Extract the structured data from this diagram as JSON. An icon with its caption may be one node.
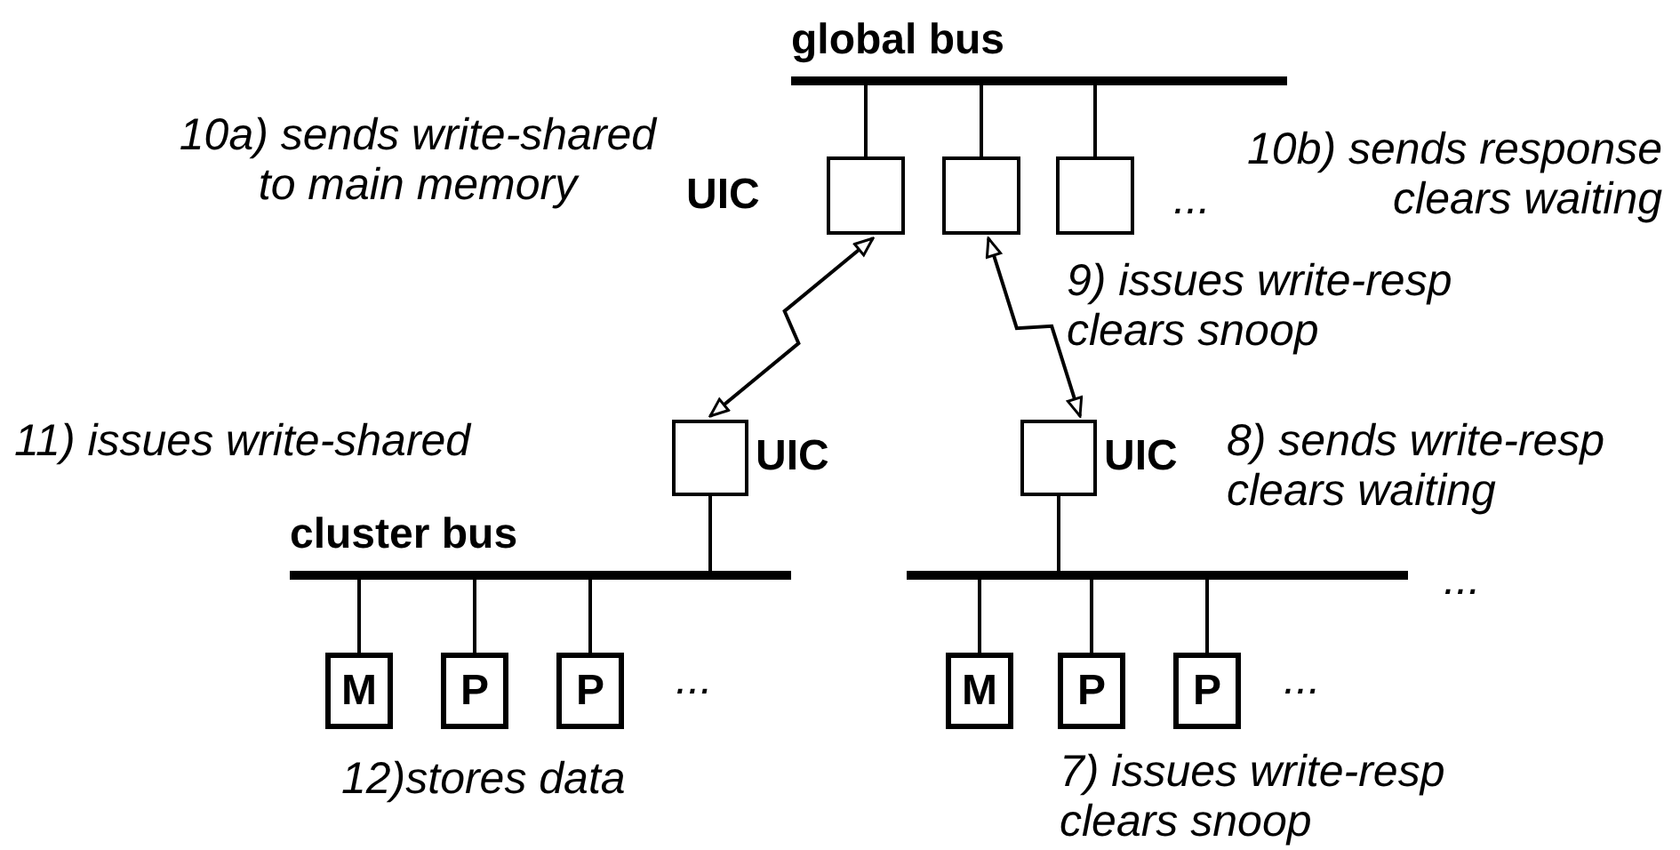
{
  "diagram": {
    "nodes": [
      {
        "text": [
          "global bus"
        ]
      },
      {
        "text": [],
        "shape": "box",
        "beside": [
          "UIC"
        ]
      },
      {
        "text": [],
        "shape": "box"
      },
      {
        "text": [],
        "shape": "box"
      },
      {
        "text": [],
        "shape": "box",
        "beside": [
          "UIC"
        ]
      },
      {
        "text": [],
        "shape": "box",
        "beside": [
          "UIC"
        ]
      },
      {
        "text": [
          "cluster bus"
        ]
      },
      {
        "text": [],
        "shape": "bar"
      },
      {
        "text": [
          "M"
        ]
      },
      {
        "text": [
          "P"
        ]
      },
      {
        "text": [
          "P"
        ]
      },
      {
        "text": [
          "M"
        ]
      },
      {
        "text": [
          "P"
        ]
      },
      {
        "text": [
          "P"
        ]
      }
    ],
    "edges": [
      {
        "from": 0,
        "to": 1,
        "arrow": "none"
      },
      {
        "from": 0,
        "to": 2,
        "arrow": "none"
      },
      {
        "from": 0,
        "to": 3,
        "arrow": "none"
      },
      {
        "from": 1,
        "to": 4,
        "arrow": "both"
      },
      {
        "from": 2,
        "to": 5,
        "arrow": "both"
      },
      {
        "from": 4,
        "to": 6,
        "arrow": "none"
      },
      {
        "from": 5,
        "to": 7,
        "arrow": "none"
      },
      {
        "from": 6,
        "to": 8,
        "arrow": "none"
      },
      {
        "from": 6,
        "to": 9,
        "arrow": "none"
      },
      {
        "from": 6,
        "to": 10,
        "arrow": "none"
      },
      {
        "from": 7,
        "to": 11,
        "arrow": "none"
      },
      {
        "from": 7,
        "to": 12,
        "arrow": "none"
      },
      {
        "from": 7,
        "to": 13,
        "arrow": "none"
      }
    ],
    "labels": [
      "10a) sends write-shared to main memory",
      "10b) sends response clears waiting",
      "...",
      "9) issues write-resp clears snoop",
      "11) issues write-shared",
      "8) sends write-resp clears waiting",
      "...",
      "...",
      "...",
      "12)stores data",
      "7) issues write-resp clears snoop"
    ]
  }
}
